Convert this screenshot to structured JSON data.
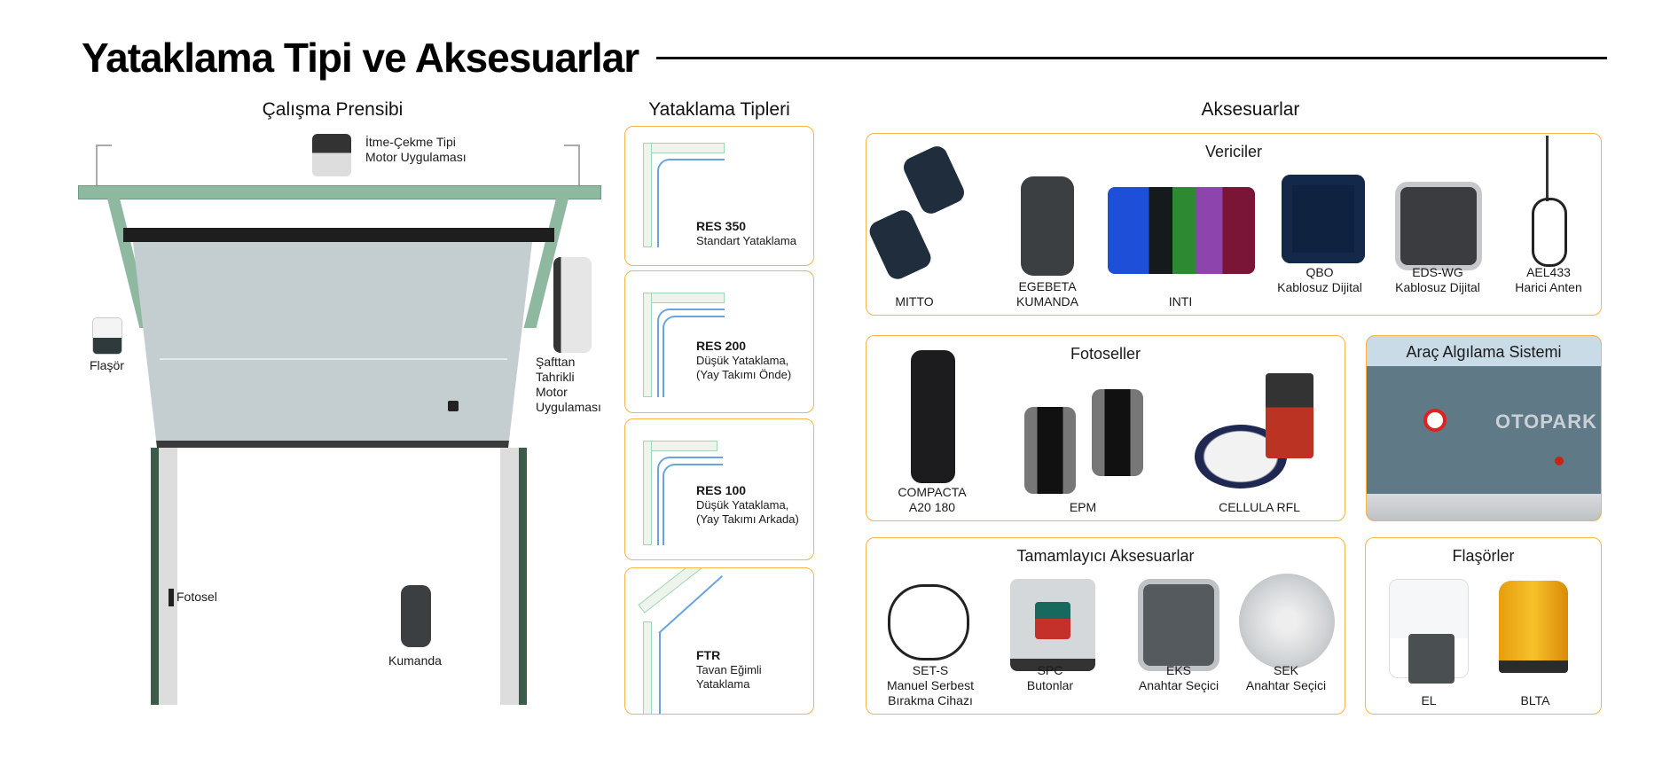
{
  "title": "Yataklama Tipi ve Aksesuarlar",
  "sections": {
    "principle": "Çalışma Prensibi",
    "types": "Yataklama Tipleri",
    "accessories": "Aksesuarlar"
  },
  "principle_labels": {
    "motor_top_1": "İtme-Çekme Tipi",
    "motor_top_2": "Motor Uygulaması",
    "flasher": "Flaşör",
    "shaft_1": "Şafttan",
    "shaft_2": "Tahrikli",
    "shaft_3": "Motor",
    "shaft_4": "Uygulaması",
    "photocell": "Fotosel",
    "remote": "Kumanda"
  },
  "types": [
    {
      "code": "RES 350",
      "desc1": "Standart Yataklama",
      "desc2": ""
    },
    {
      "code": "RES 200",
      "desc1": "Düşük Yataklama,",
      "desc2": "(Yay Takımı Önde)"
    },
    {
      "code": "RES 100",
      "desc1": "Düşük Yataklama,",
      "desc2": "(Yay Takımı Arkada)"
    },
    {
      "code": "FTR",
      "desc1": "Tavan Eğimli",
      "desc2": "Yataklama"
    }
  ],
  "transmitters": {
    "title": "Vericiler",
    "items": [
      {
        "l1": "MITTO",
        "l2": ""
      },
      {
        "l1": "EGEBETA",
        "l2": "KUMANDA"
      },
      {
        "l1": "INTI",
        "l2": ""
      },
      {
        "l1": "QBO",
        "l2": "Kablosuz Dijital"
      },
      {
        "l1": "EDS-WG",
        "l2": "Kablosuz Dijital"
      },
      {
        "l1": "AEL433",
        "l2": "Harici Anten"
      }
    ]
  },
  "photocells": {
    "title": "Fotoseller",
    "items": [
      {
        "l1": "COMPACTA",
        "l2": "A20 180"
      },
      {
        "l1": "EPM",
        "l2": ""
      },
      {
        "l1": "CELLULA RFL",
        "l2": ""
      }
    ]
  },
  "vehicle": {
    "title": "Araç Algılama Sistemi",
    "sign": "OTOPARK"
  },
  "complementary": {
    "title": "Tamamlayıcı Aksesuarlar",
    "items": [
      {
        "l1": "SET-S",
        "l2": "Manuel Serbest",
        "l3": "Bırakma Cihazı"
      },
      {
        "l1": "SPC",
        "l2": "Butonlar",
        "l3": ""
      },
      {
        "l1": "EKS",
        "l2": "Anahtar Seçici",
        "l3": ""
      },
      {
        "l1": "SEK",
        "l2": "Anahtar Seçici",
        "l3": ""
      }
    ]
  },
  "flashers": {
    "title": "Flaşörler",
    "items": [
      {
        "l1": "EL"
      },
      {
        "l1": "BLTA"
      }
    ]
  },
  "colors": {
    "border": "#f7b54a",
    "track": "#6aa4e0",
    "rail": "#8fb8a0"
  }
}
